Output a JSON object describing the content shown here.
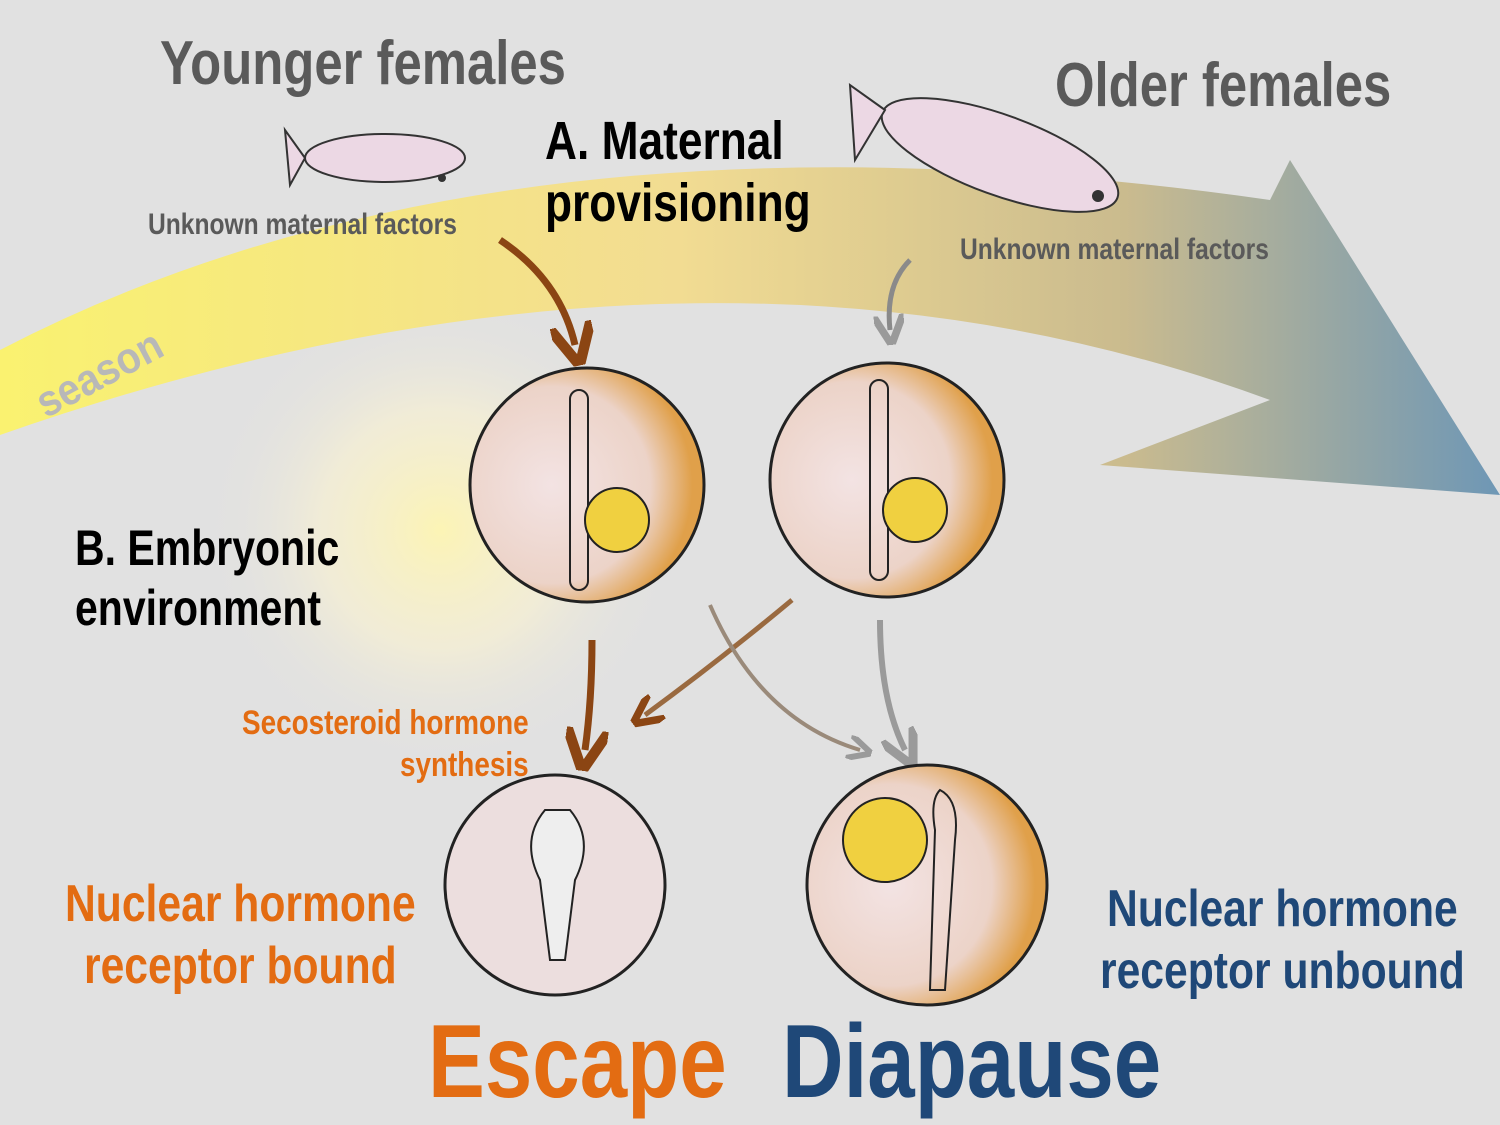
{
  "title_left": "Younger females",
  "title_right": "Older females",
  "maternal": {
    "line1": "A. Maternal",
    "line2": "provisioning"
  },
  "factors_left": "Unknown maternal factors",
  "factors_right": "Unknown maternal factors",
  "season": "season",
  "embryonic": {
    "line1": "B. Embryonic",
    "line2": "environment"
  },
  "secosteroid": {
    "line1": "Secosteroid hormone",
    "line2": "synthesis"
  },
  "bound": {
    "line1": "Nuclear hormone",
    "line2": "receptor bound"
  },
  "unbound": {
    "line1": "Nuclear hormone",
    "line2": "receptor unbound"
  },
  "escape": "Escape",
  "diapause": "Diapause",
  "colors": {
    "background": "#e1e1e1",
    "escape": "#e36c12",
    "diapause": "#1f4878",
    "brown_arrow": "#8b4513",
    "gray_arrow": "#9a9a9a"
  }
}
